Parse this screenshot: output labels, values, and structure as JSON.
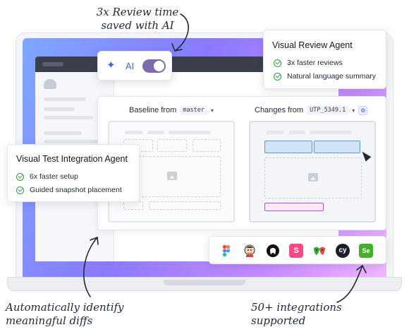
{
  "annotations": {
    "top_line1": "3x Review time",
    "top_line2": "saved with AI",
    "bottom_left_line1": "Automatically identify",
    "bottom_left_line2": "meaningful diffs",
    "bottom_right_line1": "50+ integrations",
    "bottom_right_line2": "supported"
  },
  "ai_toggle": {
    "label": "AI",
    "state": "on",
    "icon": "sparkle-icon"
  },
  "review_agent": {
    "title": "Visual Review Agent",
    "features": [
      "3x faster reviews",
      "Natural language summary"
    ]
  },
  "test_agent": {
    "title": "Visual Test Integration Agent",
    "features": [
      "6x faster setup",
      "Guided snapshot placement"
    ]
  },
  "comparison": {
    "baseline_label": "Baseline from",
    "baseline_branch": "master",
    "changes_label": "Changes from",
    "changes_branch": "UTP_5349.1"
  },
  "integrations": [
    {
      "name": "figma-icon",
      "color": "#1f1f1f"
    },
    {
      "name": "jenkins-icon",
      "color": "#d24939"
    },
    {
      "name": "github-icon",
      "color": "#111111"
    },
    {
      "name": "storybook-icon",
      "color": "#ff4785"
    },
    {
      "name": "playwright-icon",
      "color": "#2ead33"
    },
    {
      "name": "cypress-icon",
      "color": "#1b1e2e"
    },
    {
      "name": "selenium-icon",
      "color": "#43b02a"
    }
  ],
  "colors": {
    "accent": "#4c5fd5",
    "check": "#2f9e44",
    "toggle": "#7d6aa8",
    "diff_blue": "#5b9bd5",
    "diff_purple": "#a55ad4"
  }
}
